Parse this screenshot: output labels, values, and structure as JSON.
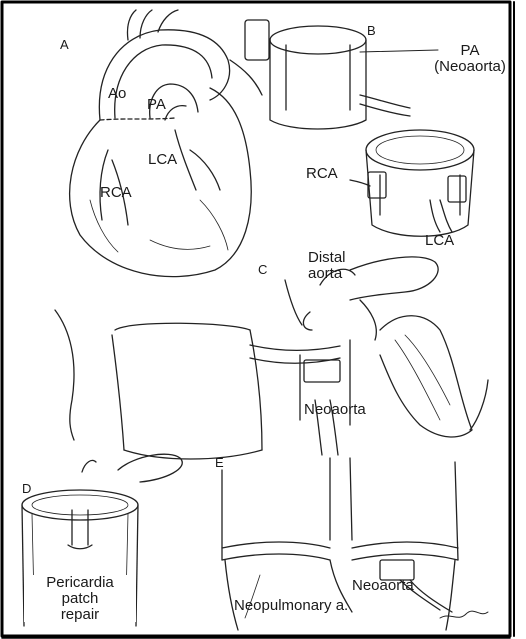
{
  "figure": {
    "panels": {
      "a": "A",
      "b": "B",
      "c": "C",
      "d": "D",
      "e": "E"
    },
    "panel_a": {
      "ao": "Ao",
      "pa": "PA",
      "lca": "LCA",
      "rca": "RCA"
    },
    "panel_b": {
      "pa_line1": "PA",
      "pa_line2": "(Neoaorta)",
      "rca": "RCA",
      "lca": "LCA"
    },
    "panel_c": {
      "distal_line1": "Distal",
      "distal_line2": "aorta",
      "neoaorta": "Neoaorta"
    },
    "panel_d": {
      "line1": "Pericardia",
      "line2": "patch",
      "line3": "repair"
    },
    "panel_e": {
      "neopulmonary": "Neopulmonary a.",
      "neoaorta": "Neoaorta"
    }
  }
}
